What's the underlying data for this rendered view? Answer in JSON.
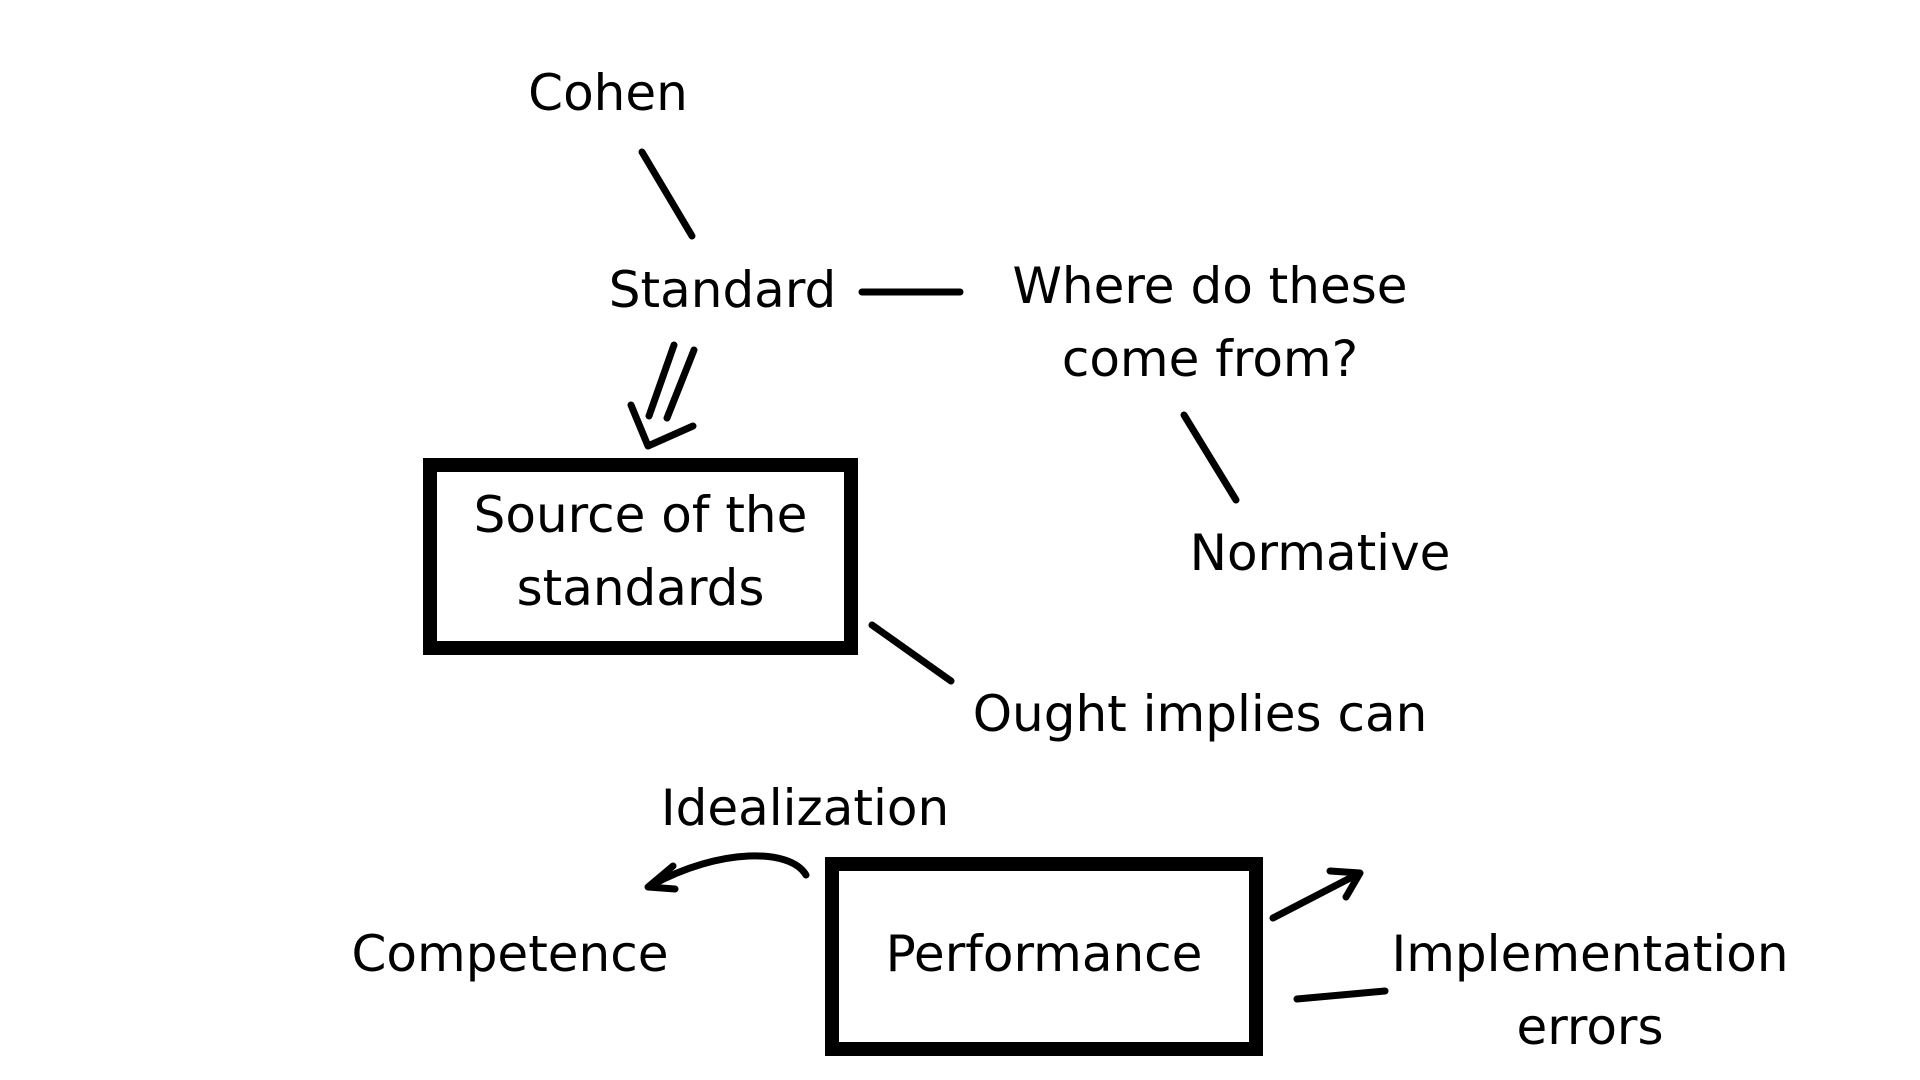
{
  "nodes": {
    "cohen": "Cohen",
    "standard": "Standard",
    "question_line1": "Where do these",
    "question_line2": "come from?",
    "normative": "Normative",
    "source_line1": "Source of the",
    "source_line2": "standards",
    "ought": "Ought implies can",
    "idealization": "Idealization",
    "competence": "Competence",
    "performance": "Performance",
    "errors_line1": "Implementation",
    "errors_line2": "errors"
  },
  "colors": {
    "ink": "#000000",
    "background": "#ffffff"
  }
}
